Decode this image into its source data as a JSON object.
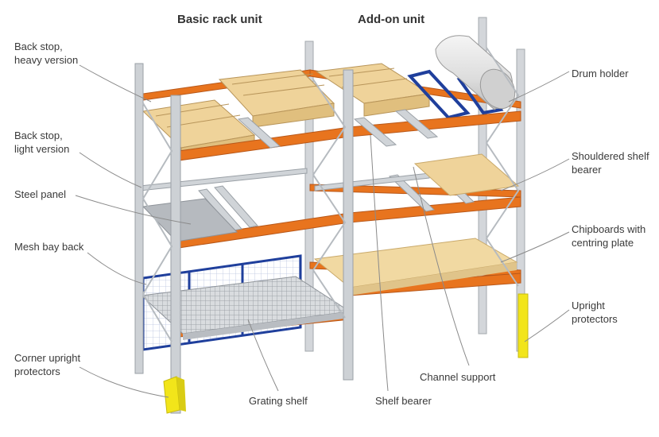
{
  "titles": {
    "basic": "Basic rack unit",
    "addon": "Add-on unit"
  },
  "labels": {
    "back_stop_heavy_1": "Back stop,",
    "back_stop_heavy_2": "heavy version",
    "back_stop_light_1": "Back stop,",
    "back_stop_light_2": "light version",
    "steel_panel": "Steel panel",
    "mesh_bay_back": "Mesh bay back",
    "corner_protectors_1": "Corner upright",
    "corner_protectors_2": "protectors",
    "grating_shelf": "Grating shelf",
    "shelf_bearer": "Shelf bearer",
    "channel_support": "Channel support",
    "drum_holder": "Drum holder",
    "shouldered_1": "Shouldered shelf",
    "shouldered_2": "bearer",
    "chipboards_1": "Chipboards with",
    "chipboards_2": "centring plate",
    "upright_prot_1": "Upright",
    "upright_prot_2": "protectors"
  },
  "colors": {
    "upright": "#c9cdd2",
    "upright_edge": "#9aa0a6",
    "beam": "#e8741e",
    "beam_dark": "#b8581a",
    "pallet": "#efd39a",
    "pallet_dark": "#c9a96a",
    "chipboard": "#f1d9a2",
    "mesh": "#1f3f9c",
    "protector": "#f2e51a",
    "drum": "#e6e6e6"
  }
}
